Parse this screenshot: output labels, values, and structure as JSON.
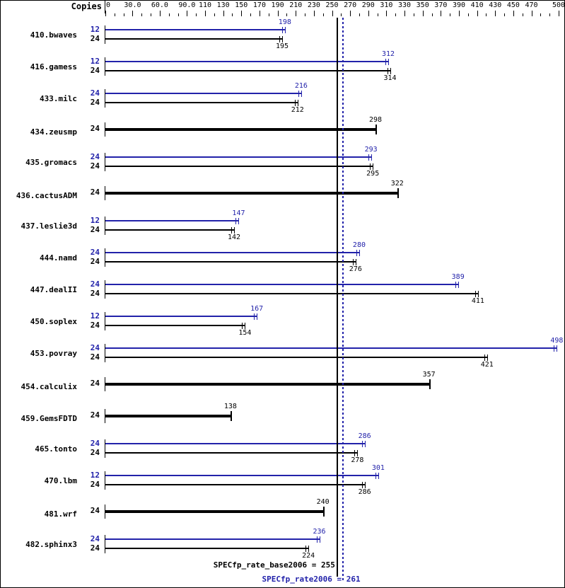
{
  "header": {
    "copies_label": "Copies"
  },
  "axis": {
    "min": 0,
    "max": 510,
    "tick_labels": [
      "0",
      "30.0",
      "60.0",
      "90.0",
      "110",
      "130",
      "150",
      "170",
      "190",
      "210",
      "230",
      "250",
      "270",
      "290",
      "310",
      "330",
      "350",
      "370",
      "390",
      "410",
      "430",
      "450",
      "470",
      "500"
    ],
    "tick_values": [
      0,
      30,
      60,
      90,
      110,
      130,
      150,
      170,
      190,
      210,
      230,
      250,
      270,
      290,
      310,
      330,
      350,
      370,
      390,
      410,
      430,
      450,
      470,
      500
    ],
    "minor_step": 10
  },
  "reference_lines": {
    "base": {
      "value": 255,
      "color": "#000000",
      "style": "solid"
    },
    "peak": {
      "value": 261,
      "color": "#2222aa",
      "style": "dotted"
    }
  },
  "footer": {
    "base_text": "SPECfp_rate_base2006 = 255",
    "peak_text": "SPECfp_rate2006 = 261"
  },
  "chart_data": {
    "type": "bar",
    "title": "",
    "xlabel": "",
    "ylabel": "",
    "xlim": [
      0,
      510
    ],
    "grid": false,
    "orientation": "horizontal",
    "legend": [
      "SPECfp_rate_base2006 = 255",
      "SPECfp_rate2006 = 261"
    ],
    "categories": [
      "410.bwaves",
      "416.gamess",
      "433.milc",
      "434.zeusmp",
      "435.gromacs",
      "436.cactusADM",
      "437.leslie3d",
      "444.namd",
      "447.dealII",
      "450.soplex",
      "453.povray",
      "454.calculix",
      "459.GemsFDTD",
      "465.tonto",
      "470.lbm",
      "481.wrf",
      "482.sphinx3"
    ],
    "series": [
      {
        "name": "SPECfp_rate2006",
        "color": "#2222aa",
        "values": [
          198,
          312,
          216,
          null,
          293,
          null,
          147,
          280,
          389,
          167,
          498,
          null,
          null,
          286,
          301,
          null,
          236
        ]
      },
      {
        "name": "SPECfp_rate_base2006",
        "color": "#000000",
        "values": [
          195,
          314,
          212,
          298,
          295,
          322,
          142,
          276,
          411,
          154,
          421,
          357,
          138,
          278,
          286,
          240,
          224
        ]
      }
    ],
    "rows": [
      {
        "benchmark": "410.bwaves",
        "peak": {
          "copies": "12",
          "value": 198
        },
        "base": {
          "copies": "24",
          "value": 195
        }
      },
      {
        "benchmark": "416.gamess",
        "peak": {
          "copies": "12",
          "value": 312
        },
        "base": {
          "copies": "24",
          "value": 314
        }
      },
      {
        "benchmark": "433.milc",
        "peak": {
          "copies": "24",
          "value": 216
        },
        "base": {
          "copies": "24",
          "value": 212
        }
      },
      {
        "benchmark": "434.zeusmp",
        "peak": null,
        "base": {
          "copies": "24",
          "value": 298
        }
      },
      {
        "benchmark": "435.gromacs",
        "peak": {
          "copies": "24",
          "value": 293
        },
        "base": {
          "copies": "24",
          "value": 295
        }
      },
      {
        "benchmark": "436.cactusADM",
        "peak": null,
        "base": {
          "copies": "24",
          "value": 322
        }
      },
      {
        "benchmark": "437.leslie3d",
        "peak": {
          "copies": "12",
          "value": 147
        },
        "base": {
          "copies": "24",
          "value": 142
        }
      },
      {
        "benchmark": "444.namd",
        "peak": {
          "copies": "24",
          "value": 280
        },
        "base": {
          "copies": "24",
          "value": 276
        }
      },
      {
        "benchmark": "447.dealII",
        "peak": {
          "copies": "24",
          "value": 389
        },
        "base": {
          "copies": "24",
          "value": 411
        }
      },
      {
        "benchmark": "450.soplex",
        "peak": {
          "copies": "12",
          "value": 167
        },
        "base": {
          "copies": "24",
          "value": 154
        }
      },
      {
        "benchmark": "453.povray",
        "peak": {
          "copies": "24",
          "value": 498
        },
        "base": {
          "copies": "24",
          "value": 421
        }
      },
      {
        "benchmark": "454.calculix",
        "peak": null,
        "base": {
          "copies": "24",
          "value": 357
        }
      },
      {
        "benchmark": "459.GemsFDTD",
        "peak": null,
        "base": {
          "copies": "24",
          "value": 138
        }
      },
      {
        "benchmark": "465.tonto",
        "peak": {
          "copies": "24",
          "value": 286
        },
        "base": {
          "copies": "24",
          "value": 278
        }
      },
      {
        "benchmark": "470.lbm",
        "peak": {
          "copies": "12",
          "value": 301
        },
        "base": {
          "copies": "24",
          "value": 286
        }
      },
      {
        "benchmark": "481.wrf",
        "peak": null,
        "base": {
          "copies": "24",
          "value": 240
        }
      },
      {
        "benchmark": "482.sphinx3",
        "peak": {
          "copies": "24",
          "value": 236
        },
        "base": {
          "copies": "24",
          "value": 224
        }
      }
    ]
  }
}
